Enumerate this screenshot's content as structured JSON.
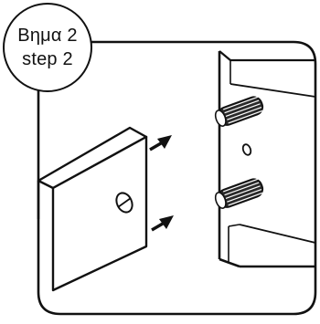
{
  "badge": {
    "line1": "Βημα 2",
    "line2": "step 2"
  },
  "illustration": {
    "subject": "assembly-step-insert-dowels",
    "icons": [
      "panel-icon",
      "cam-lock-icon",
      "arrow-icon",
      "dowel-icon",
      "cabinet-side-icon"
    ],
    "colors": {
      "line": "#111111",
      "fill": "#ffffff",
      "dowel_dark": "#2a2a2a"
    }
  }
}
